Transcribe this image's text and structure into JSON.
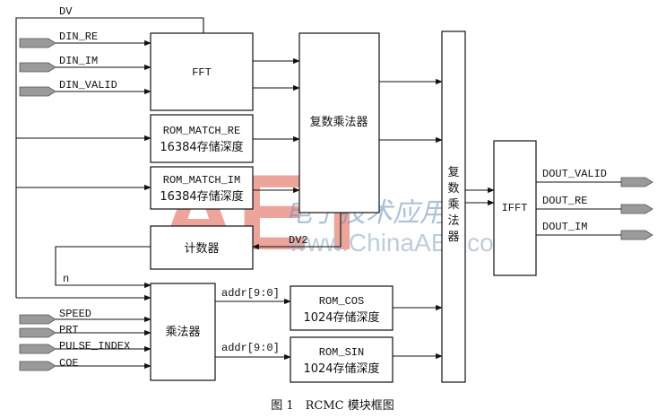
{
  "signals": {
    "dv": "DV",
    "din_re": "DIN_RE",
    "din_im": "DIN_IM",
    "din_valid": "DIN_VALID",
    "speed": "SPEED",
    "prt": "PRT",
    "pulse_index": "PULSE_INDEX",
    "coe": "COE",
    "n": "n",
    "dv2": "DV2",
    "addr_cos": "addr[9:0]",
    "addr_sin": "addr[9:0]",
    "dout_valid": "DOUT_VALID",
    "dout_re": "DOUT_RE",
    "dout_im": "DOUT_IM"
  },
  "blocks": {
    "fft": "FFT",
    "rom_match_re": {
      "name": "ROM_MATCH_RE",
      "depth": "16384存储深度"
    },
    "rom_match_im": {
      "name": "ROM_MATCH_IM",
      "depth": "16384存储深度"
    },
    "counter": "计数器",
    "complex_mult_1": "复数乘法器",
    "complex_mult_2": [
      "复",
      "数",
      "乘",
      "法",
      "器"
    ],
    "multiplier": "乘法器",
    "rom_cos": {
      "name": "ROM_COS",
      "depth": "1024存储深度"
    },
    "rom_sin": {
      "name": "ROM_SIN",
      "depth": "1024存储深度"
    },
    "ifft": "IFFT"
  },
  "watermark": {
    "logo": "AET",
    "site_cn": "电子技术应用",
    "url": "www.ChinaAET.com"
  },
  "caption": "图 1　RCMC 模块框图"
}
